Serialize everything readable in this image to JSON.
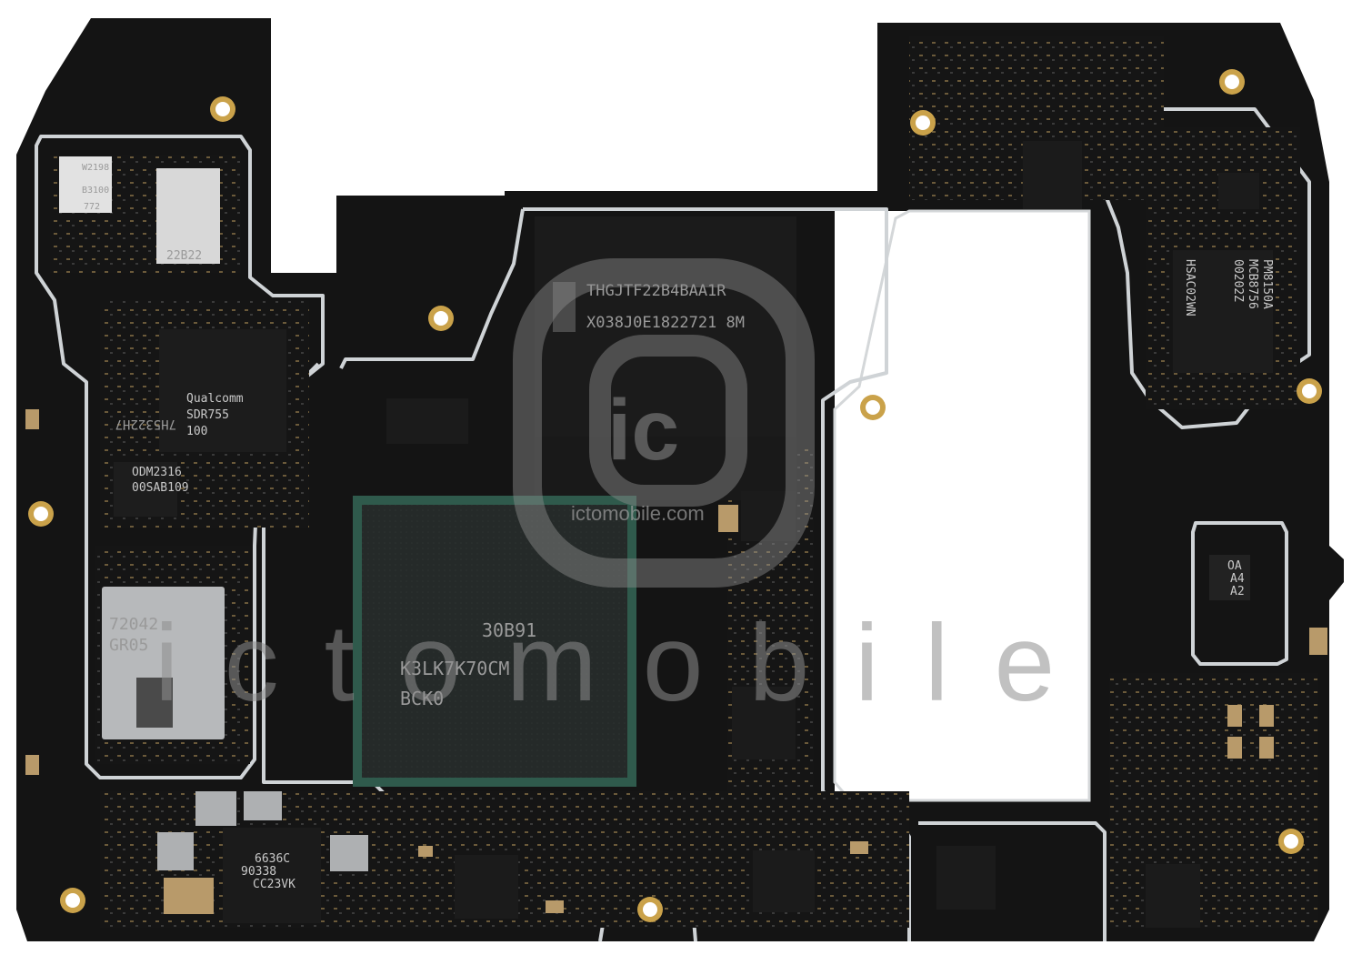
{
  "image": {
    "subject": "smartphone-mainboard",
    "colors": {
      "pcb": "#141414",
      "shield": "#cfd3d6",
      "gold": "#caa24a",
      "soc": "#262b29",
      "soc_border": "#2f5a4c",
      "component": "#b89a6a"
    }
  },
  "chips": {
    "memory": {
      "line1": "THGJTF22B4BAA1R",
      "line2": "X038J0E1822721 8M"
    },
    "soc": {
      "line1": "30B91",
      "line2": "K3LK7K70CM",
      "line3": "BCK0"
    },
    "transceiver": {
      "line1": "7H5322H7",
      "line2": "SDR755",
      "line3": "100",
      "line4": "Qualcomm"
    },
    "rf_module": {
      "line1": "72042",
      "line2": "GR05"
    },
    "pmic_left": {
      "line1": "6636C",
      "line2": "90338",
      "line3": "CC23VK"
    },
    "pmic_right": {
      "line1": "PM8150A",
      "line2": "MCB8756",
      "line3": "00202Z",
      "line4": "HSAC02WN"
    },
    "small_top": {
      "line1": "W2198",
      "line2": "B3100",
      "line3": "772"
    },
    "small_rf": {
      "line1": "22B22"
    },
    "small_mid": {
      "line1": "ODM2316",
      "line2": "00SAB109"
    },
    "sensor": {
      "line1": "OA",
      "line2": "A4",
      "line3": "A2"
    }
  },
  "watermark": {
    "logo": "ic",
    "brand": "ictomobile",
    "url": "ictomobile.com"
  }
}
